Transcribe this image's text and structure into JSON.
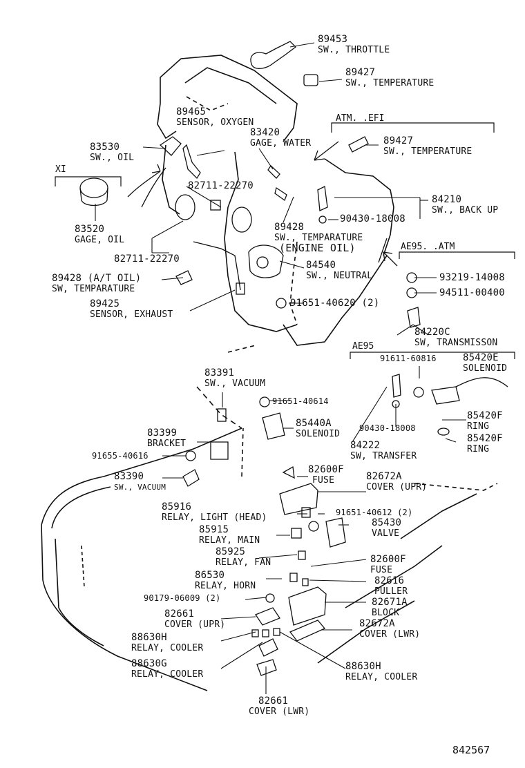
{
  "diagram_ref": "842567",
  "headers": {
    "xi": "XI",
    "atm_efi": "ATM. .EFI",
    "ae95_atm": "AE95. .ATM",
    "ae95": "AE95"
  },
  "parts": [
    {
      "id": "89453",
      "pn": "89453",
      "desc": "SW., THROTTLE"
    },
    {
      "id": "89427a",
      "pn": "89427",
      "desc": "SW., TEMPERATURE"
    },
    {
      "id": "89465",
      "pn": "89465",
      "desc": "SENSOR, OXYGEN"
    },
    {
      "id": "83420",
      "pn": "83420",
      "desc": "GAGE, WATER"
    },
    {
      "id": "89427b",
      "pn": "89427",
      "desc": "SW., TEMPERATURE"
    },
    {
      "id": "83530",
      "pn": "83530",
      "desc": "SW., OIL"
    },
    {
      "id": "82711a",
      "pn": "82711-22270",
      "desc": ""
    },
    {
      "id": "84210",
      "pn": "84210",
      "desc": "SW., BACK UP"
    },
    {
      "id": "90430a",
      "pn": "90430-18008",
      "desc": ""
    },
    {
      "id": "83520",
      "pn": "83520",
      "desc": "GAGE, OIL"
    },
    {
      "id": "89428a",
      "pn": "89428",
      "desc": "SW., TEMPARATURE"
    },
    {
      "id": "engoil",
      "pn": "",
      "desc": "(ENGINE OIL)"
    },
    {
      "id": "82711b",
      "pn": "82711-22270",
      "desc": ""
    },
    {
      "id": "84540",
      "pn": "84540",
      "desc": "SW., NEUTRAL"
    },
    {
      "id": "89428b",
      "pn": "89428 (A/T OIL)",
      "desc": "SW, TEMPARATURE"
    },
    {
      "id": "93219",
      "pn": "93219-14008",
      "desc": ""
    },
    {
      "id": "94511",
      "pn": "94511-00400",
      "desc": ""
    },
    {
      "id": "91651a",
      "pn": "91651-40620 (2)",
      "desc": ""
    },
    {
      "id": "89425",
      "pn": "89425",
      "desc": "SENSOR, EXHAUST"
    },
    {
      "id": "84220c",
      "pn": "84220C",
      "desc": "SW, TRANSMISSON"
    },
    {
      "id": "91611",
      "pn": "91611-60816",
      "desc": ""
    },
    {
      "id": "85420e",
      "pn": "85420E",
      "desc": "SOLENOID"
    },
    {
      "id": "83391",
      "pn": "83391",
      "desc": "SW., VACUUM"
    },
    {
      "id": "91651b",
      "pn": "91651-40614",
      "desc": ""
    },
    {
      "id": "85440a",
      "pn": "85440A",
      "desc": "SOLENOID"
    },
    {
      "id": "90430b",
      "pn": "90430-18008",
      "desc": ""
    },
    {
      "id": "85420f1",
      "pn": "85420F",
      "desc": "RING"
    },
    {
      "id": "83399",
      "pn": "83399",
      "desc": "BRACKET"
    },
    {
      "id": "84222",
      "pn": "84222",
      "desc": "SW, TRANSFER"
    },
    {
      "id": "85420f2",
      "pn": "85420F",
      "desc": "RING"
    },
    {
      "id": "91655",
      "pn": "91655-40616",
      "desc": ""
    },
    {
      "id": "83390",
      "pn": "83390",
      "desc": "SW., VACUUM"
    },
    {
      "id": "82600f1",
      "pn": "82600F",
      "desc": "FUSE"
    },
    {
      "id": "82672a1",
      "pn": "82672A",
      "desc": "COVER (UPR)"
    },
    {
      "id": "85916",
      "pn": "85916",
      "desc": "RELAY, LIGHT (HEAD)"
    },
    {
      "id": "91651c",
      "pn": "91651-40612 (2)",
      "desc": ""
    },
    {
      "id": "85915",
      "pn": "85915",
      "desc": "RELAY, MAIN"
    },
    {
      "id": "85430",
      "pn": "85430",
      "desc": "VALVE"
    },
    {
      "id": "85925",
      "pn": "85925",
      "desc": "RELAY, FAN"
    },
    {
      "id": "82600f2",
      "pn": "82600F",
      "desc": "FUSE"
    },
    {
      "id": "86530",
      "pn": "86530",
      "desc": "RELAY, HORN"
    },
    {
      "id": "82616",
      "pn": "82616",
      "desc": "PULLER"
    },
    {
      "id": "90179",
      "pn": "90179-06009 (2)",
      "desc": ""
    },
    {
      "id": "82671a",
      "pn": "82671A",
      "desc": "BLOCK"
    },
    {
      "id": "82661a",
      "pn": "82661",
      "desc": "COVER (UPR)"
    },
    {
      "id": "82672a2",
      "pn": "82672A",
      "desc": "COVER (LWR)"
    },
    {
      "id": "88630h1",
      "pn": "88630H",
      "desc": "RELAY, COOLER"
    },
    {
      "id": "88630g",
      "pn": "88630G",
      "desc": "RELAY, COOLER"
    },
    {
      "id": "88630h2",
      "pn": "88630H",
      "desc": "RELAY, COOLER"
    },
    {
      "id": "82661b",
      "pn": "82661",
      "desc": "COVER (LWR)"
    }
  ]
}
